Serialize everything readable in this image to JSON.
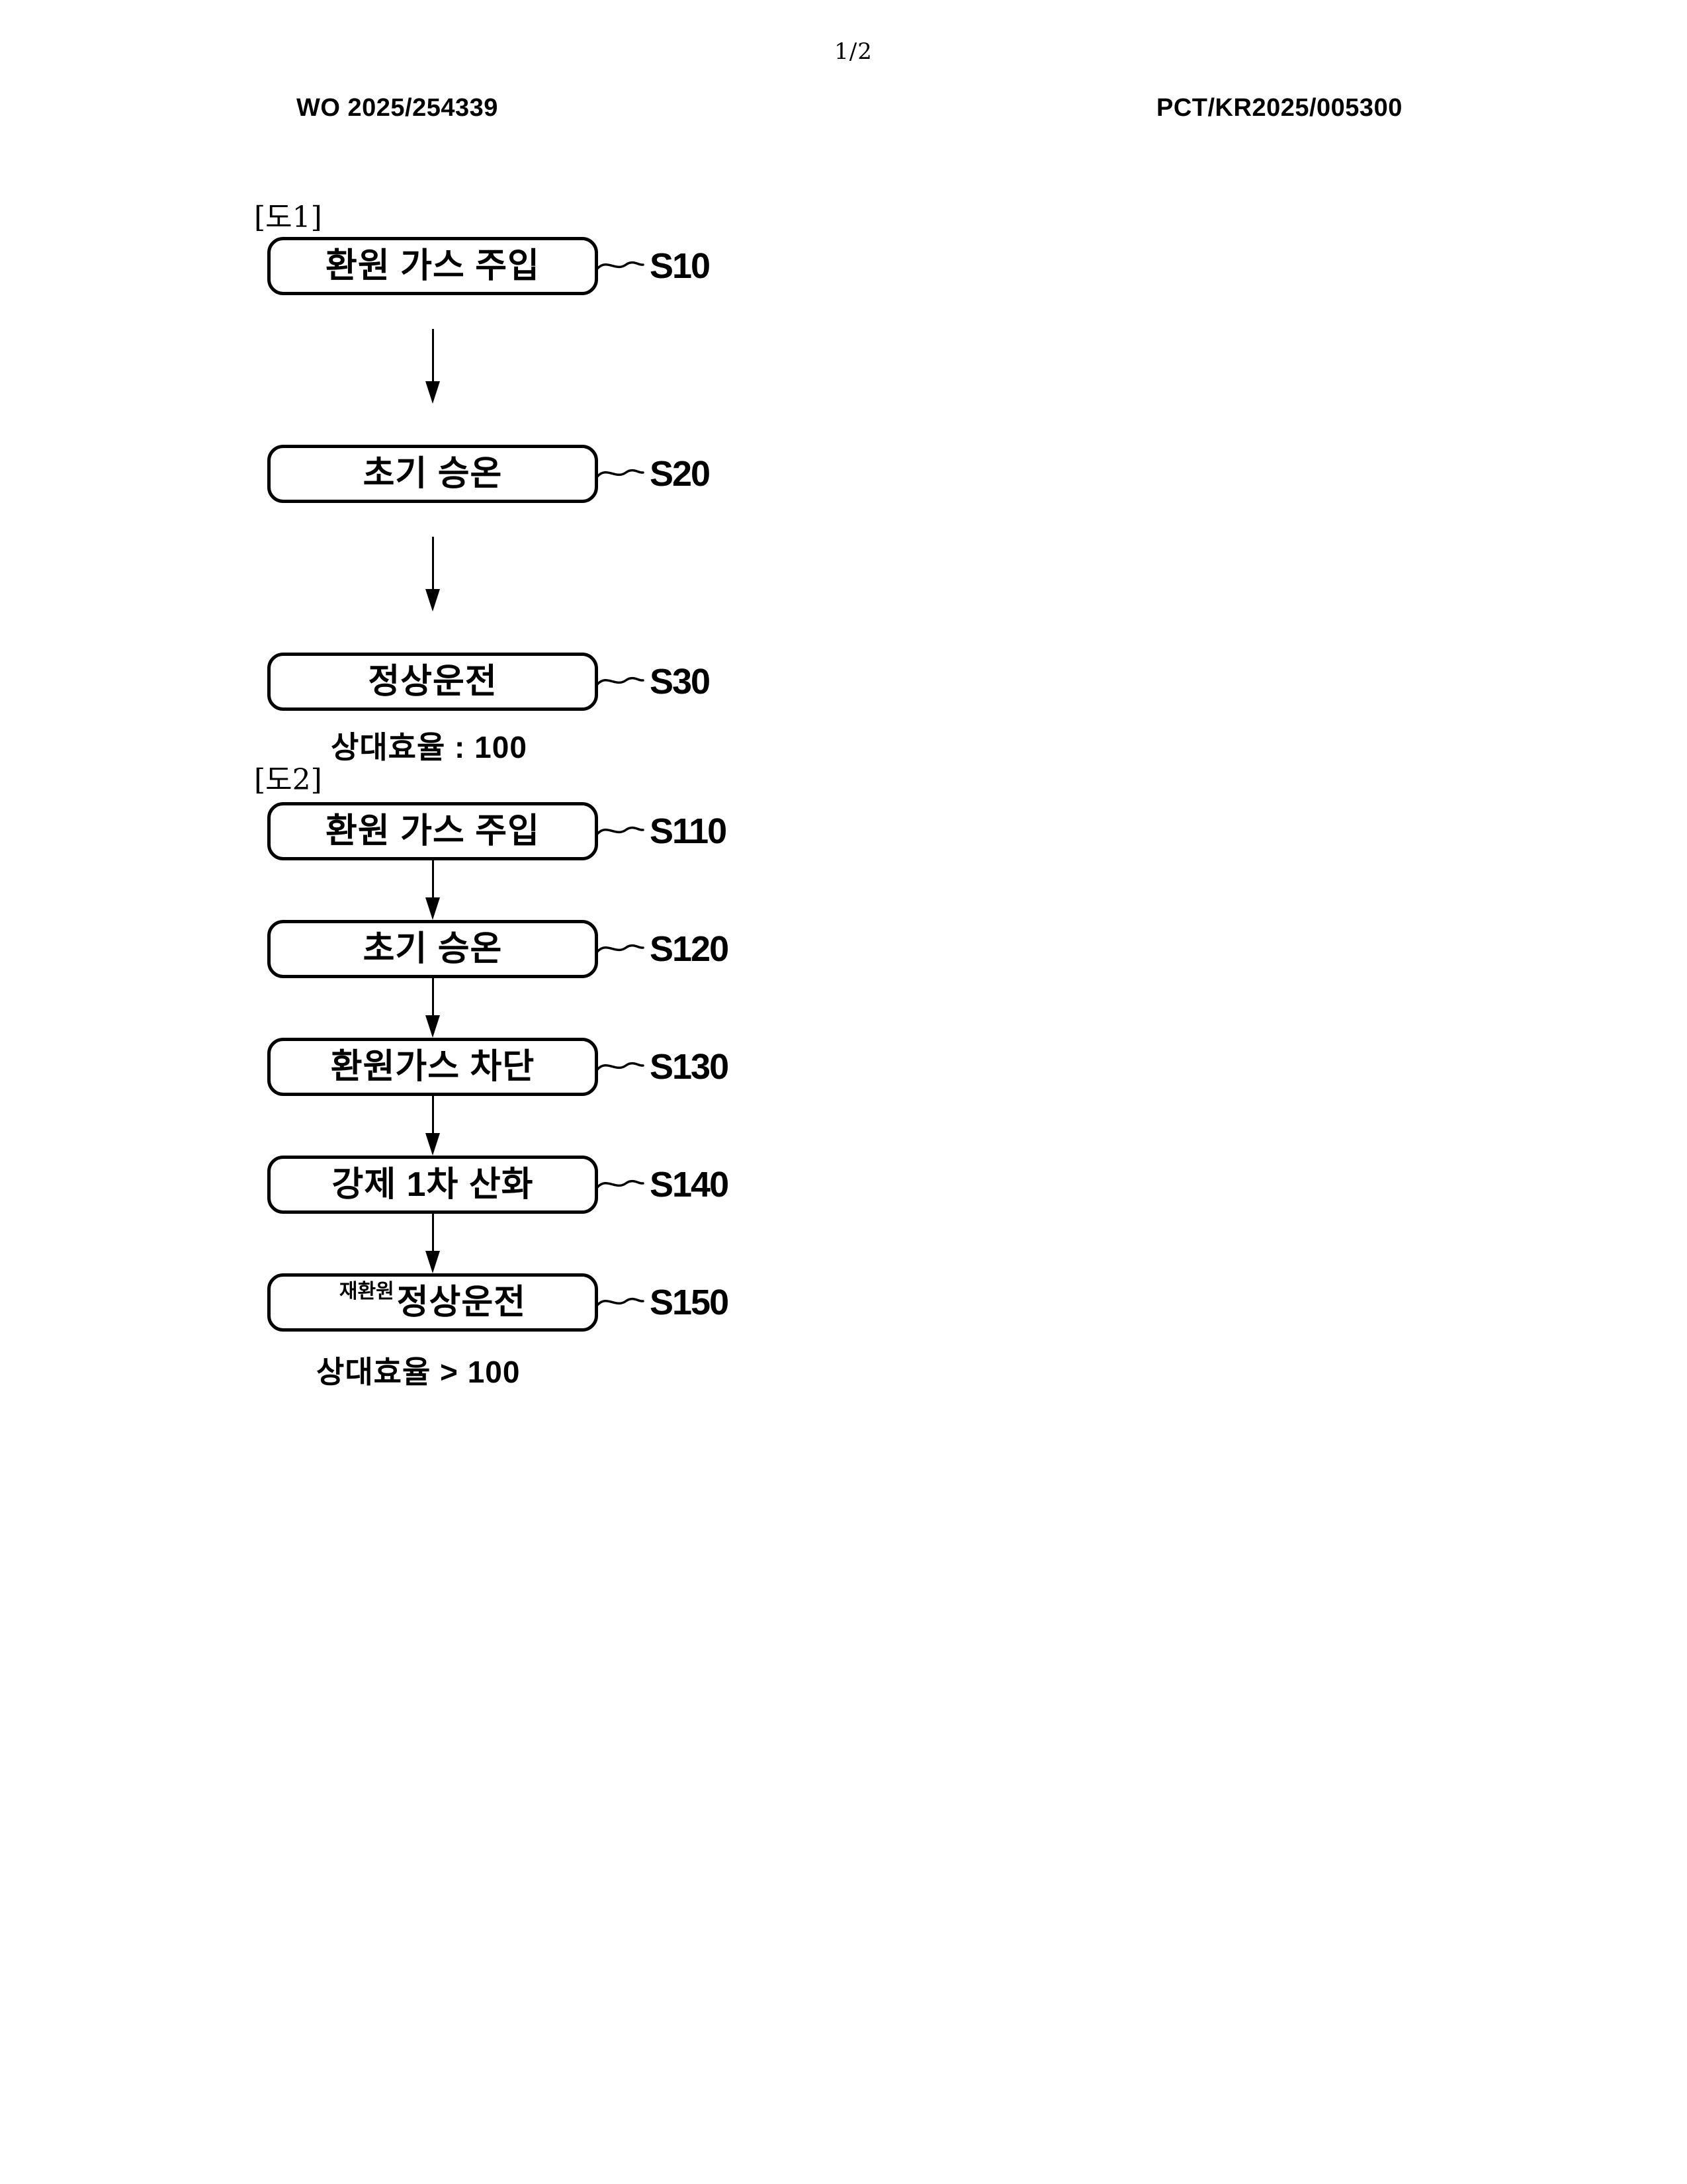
{
  "header": {
    "page_number": "1/2",
    "left_number": "WO 2025/254339",
    "right_number": "PCT/KR2025/005300"
  },
  "figure1": {
    "label": "[도1]",
    "steps": [
      {
        "label": "환원 가스 주입",
        "tag": "S10"
      },
      {
        "label": "초기 승온",
        "tag": "S20"
      },
      {
        "label": "정상운전",
        "tag": "S30"
      }
    ],
    "note": "상대효율 : 100"
  },
  "figure2": {
    "label": "[도2]",
    "steps": [
      {
        "label": "환원 가스 주입",
        "tag": "S110"
      },
      {
        "label": "초기 승온",
        "tag": "S120"
      },
      {
        "label": "환원가스 차단",
        "tag": "S130"
      },
      {
        "label": "강제 1차 산화",
        "tag": "S140"
      },
      {
        "label": "정상운전",
        "tag": "S150",
        "prefix": "재환원"
      }
    ],
    "note": "상대효율 > 100"
  },
  "colors": {
    "ink": "#000000",
    "paper": "#ffffff"
  }
}
